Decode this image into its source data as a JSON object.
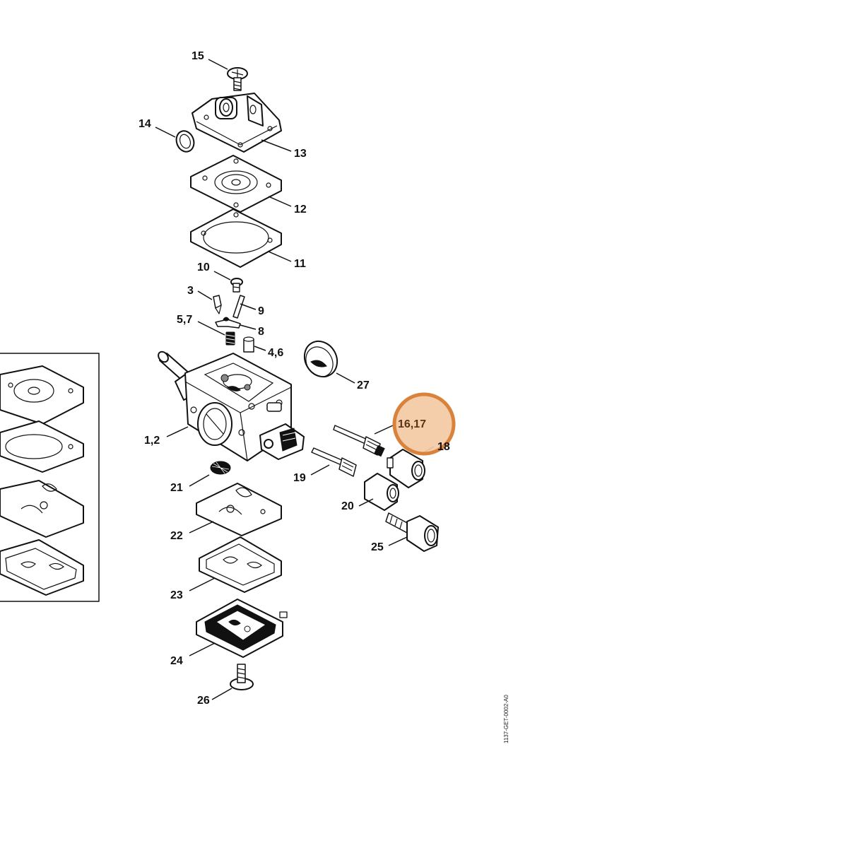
{
  "diagram": {
    "labels": {
      "p15": "15",
      "p14": "14",
      "p13": "13",
      "p12": "12",
      "p11": "11",
      "p10": "10",
      "p3": "3",
      "p9": "9",
      "p57": "5,7",
      "p8": "8",
      "p46": "4,6",
      "p27": "27",
      "p1617": "16,17",
      "p18": "18",
      "p12main": "1,2",
      "p19": "19",
      "p21": "21",
      "p20": "20",
      "p22": "22",
      "p25": "25",
      "p23": "23",
      "p24": "24",
      "p26": "26"
    },
    "drawing_code": "1137-GET-0002-A0",
    "highlight_color": "#d9823b",
    "highlight_fill": "#f3c9a3"
  }
}
